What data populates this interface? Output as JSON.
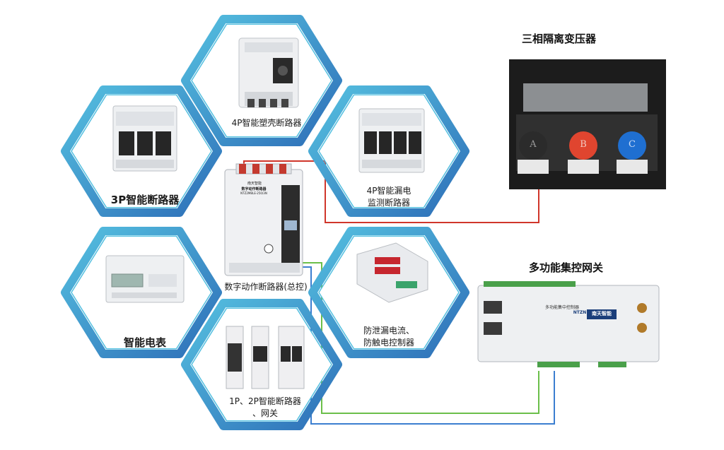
{
  "nodes": {
    "mccb_4p": "4P智能塑壳断路器",
    "breaker_3p": "3P智能断路器",
    "leakage_4p_line1": "4P智能漏电",
    "leakage_4p_line2": "监测断路器",
    "meter": "智能电表",
    "leakage_controller_line1": "防泄漏电流、",
    "leakage_controller_line2": "防触电控制器",
    "breaker_1p2p_line1": "1P、2P智能断路器",
    "breaker_1p2p_line2": "、网关",
    "main_breaker": "数字动作断路器(总控)"
  },
  "main_breaker_panel": {
    "brand": "南天智能",
    "name": "数字动作断路器",
    "model": "NTZ2MBLE-250/3N"
  },
  "transformer": {
    "title": "三相隔离变压器",
    "coils": [
      "A",
      "B",
      "C"
    ]
  },
  "gateway": {
    "title": "多功能集控网关",
    "panel_text": "多功能集中控制器",
    "brand": "南天智能",
    "brand_short": "NTZN"
  },
  "colors": {
    "hex_outer": "#2e6fb8",
    "hex_inner": "#55c0e0",
    "wire_red": "#d0362b",
    "wire_green": "#6bbf4a",
    "wire_blue": "#3b7ed0",
    "coil_a": "#2b2b2b",
    "coil_b": "#e0452f",
    "coil_c": "#1f6fd1"
  }
}
